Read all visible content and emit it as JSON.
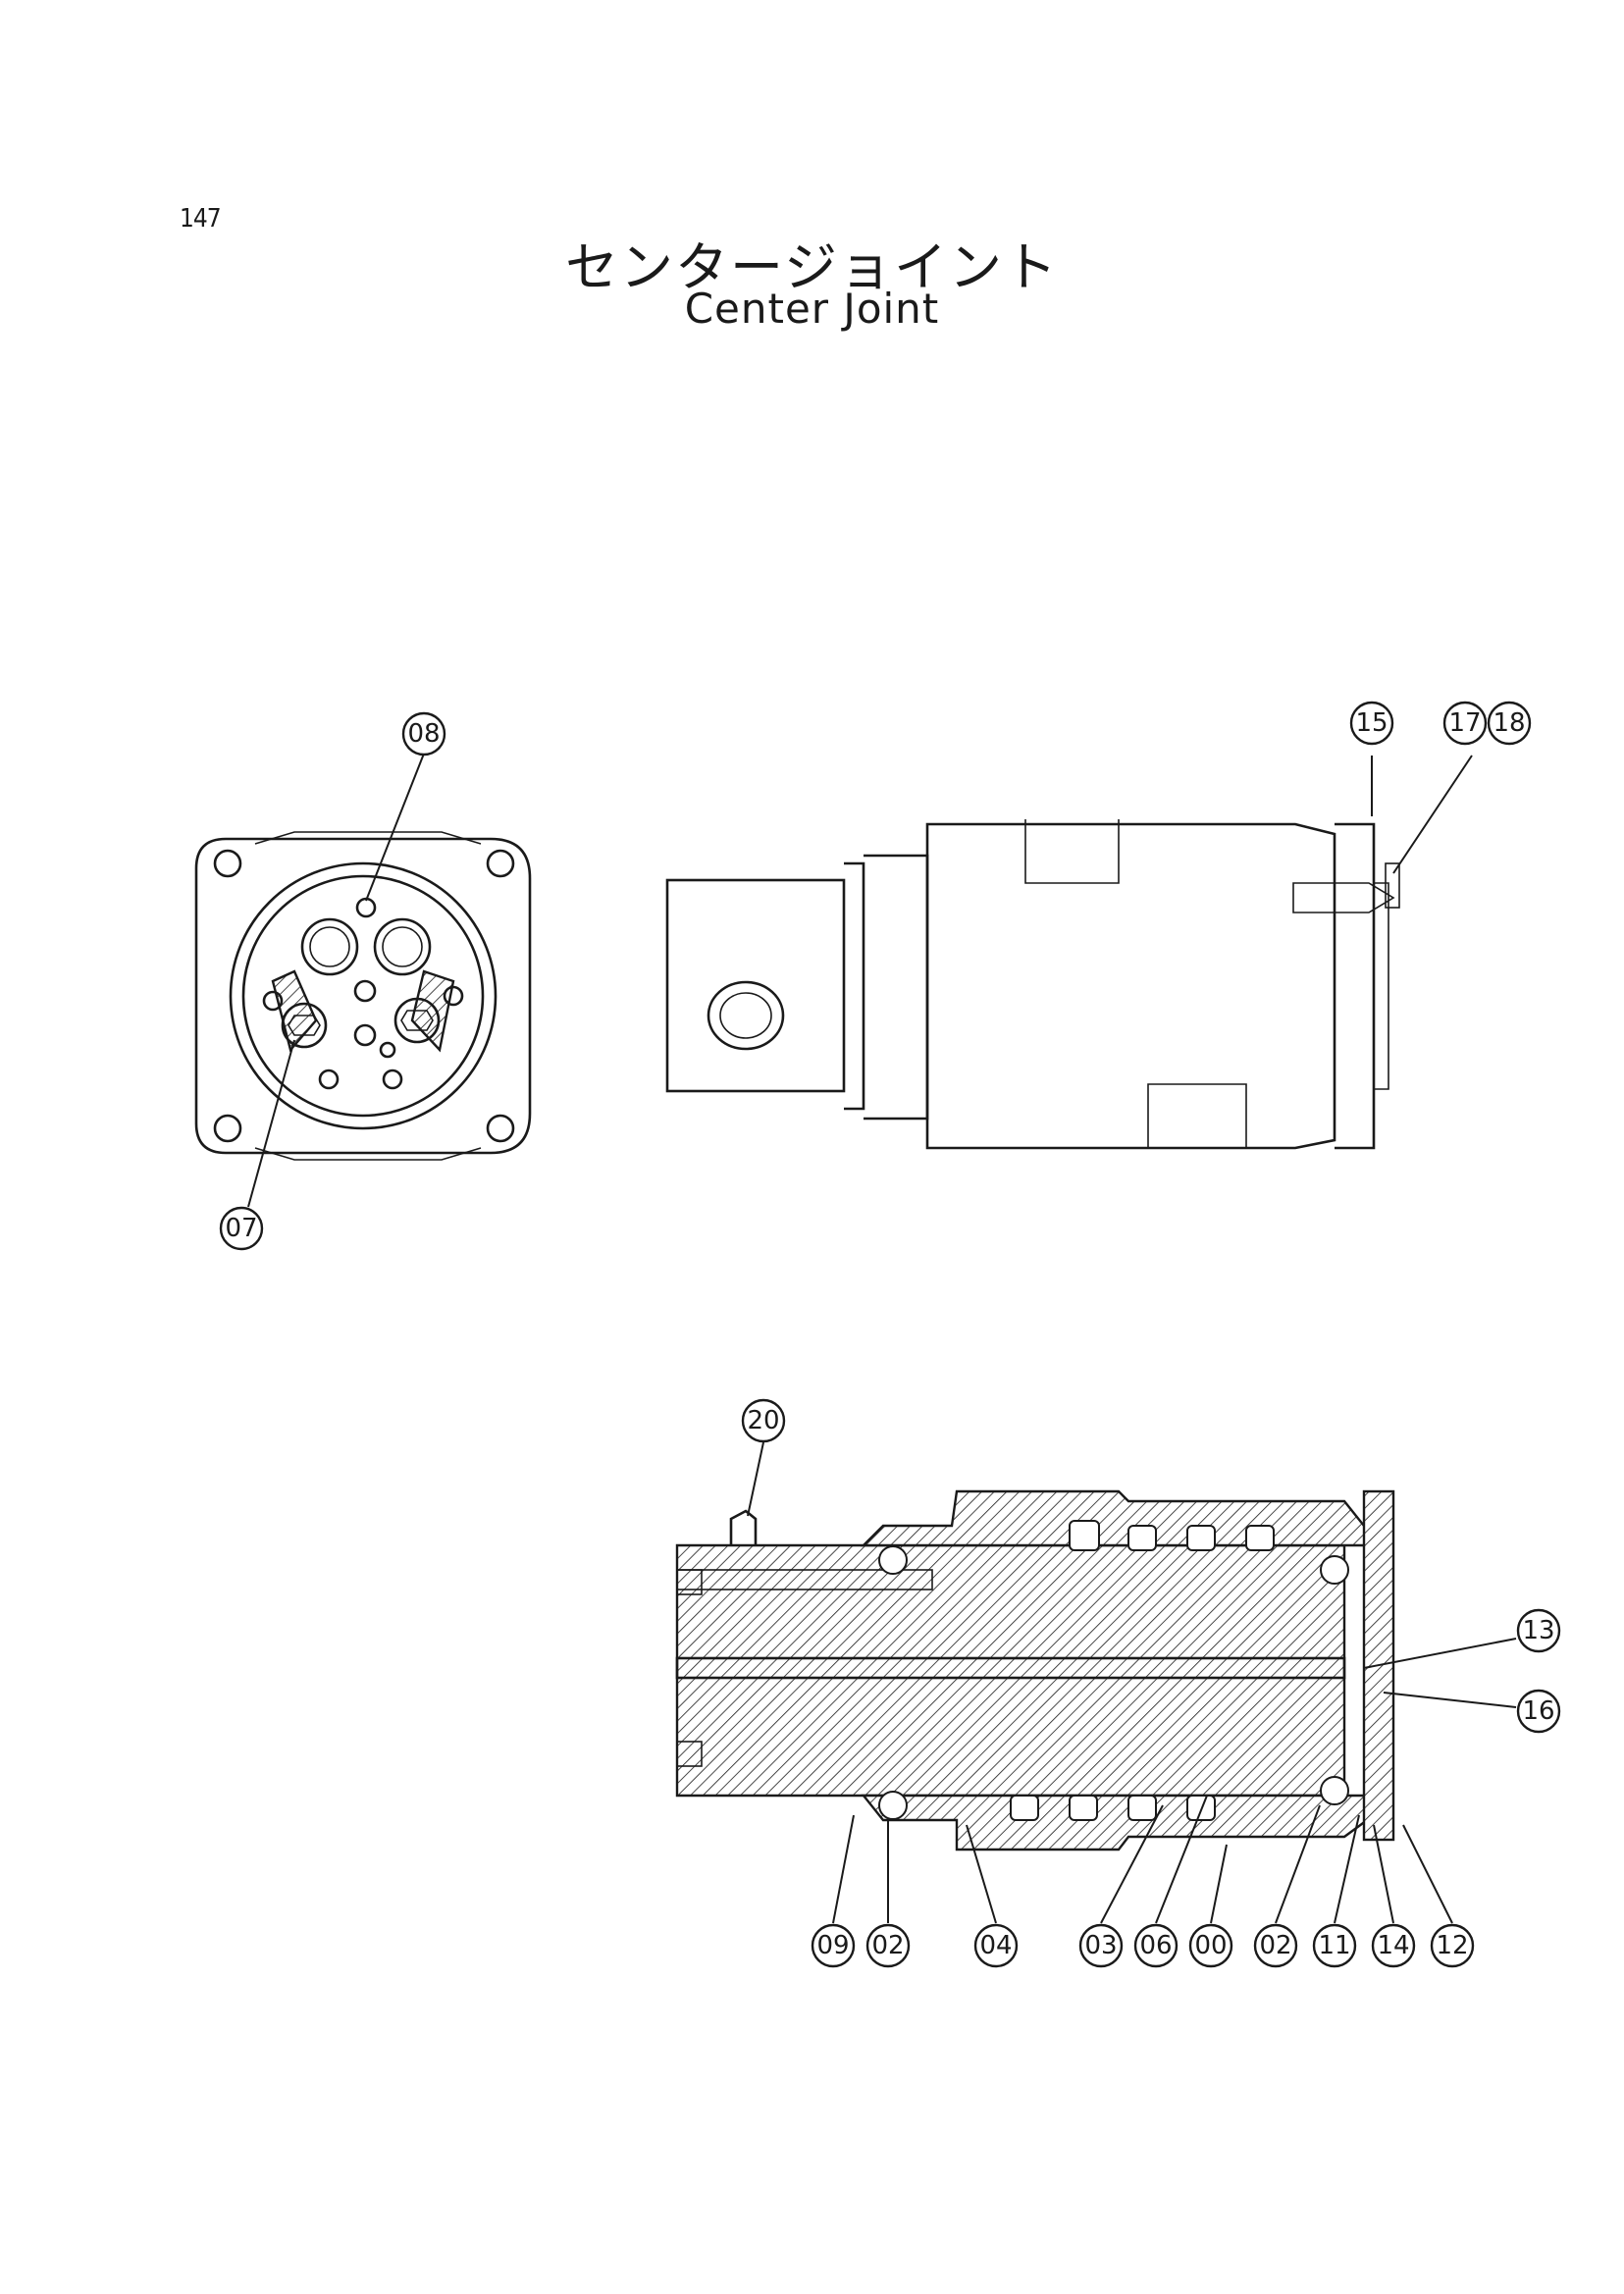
{
  "page_number": "147",
  "title_jp": "センタージョイント",
  "title_en": "Center Joint",
  "callouts": {
    "c08": "08",
    "c07": "07",
    "c15": "15",
    "c17": "17",
    "c18": "18",
    "c20": "20",
    "c13": "13",
    "c16": "16",
    "c09": "09",
    "c02a": "02",
    "c04": "04",
    "c03": "03",
    "c06": "06",
    "c00": "00",
    "c02b": "02",
    "c11": "11",
    "c14": "14",
    "c12": "12"
  }
}
